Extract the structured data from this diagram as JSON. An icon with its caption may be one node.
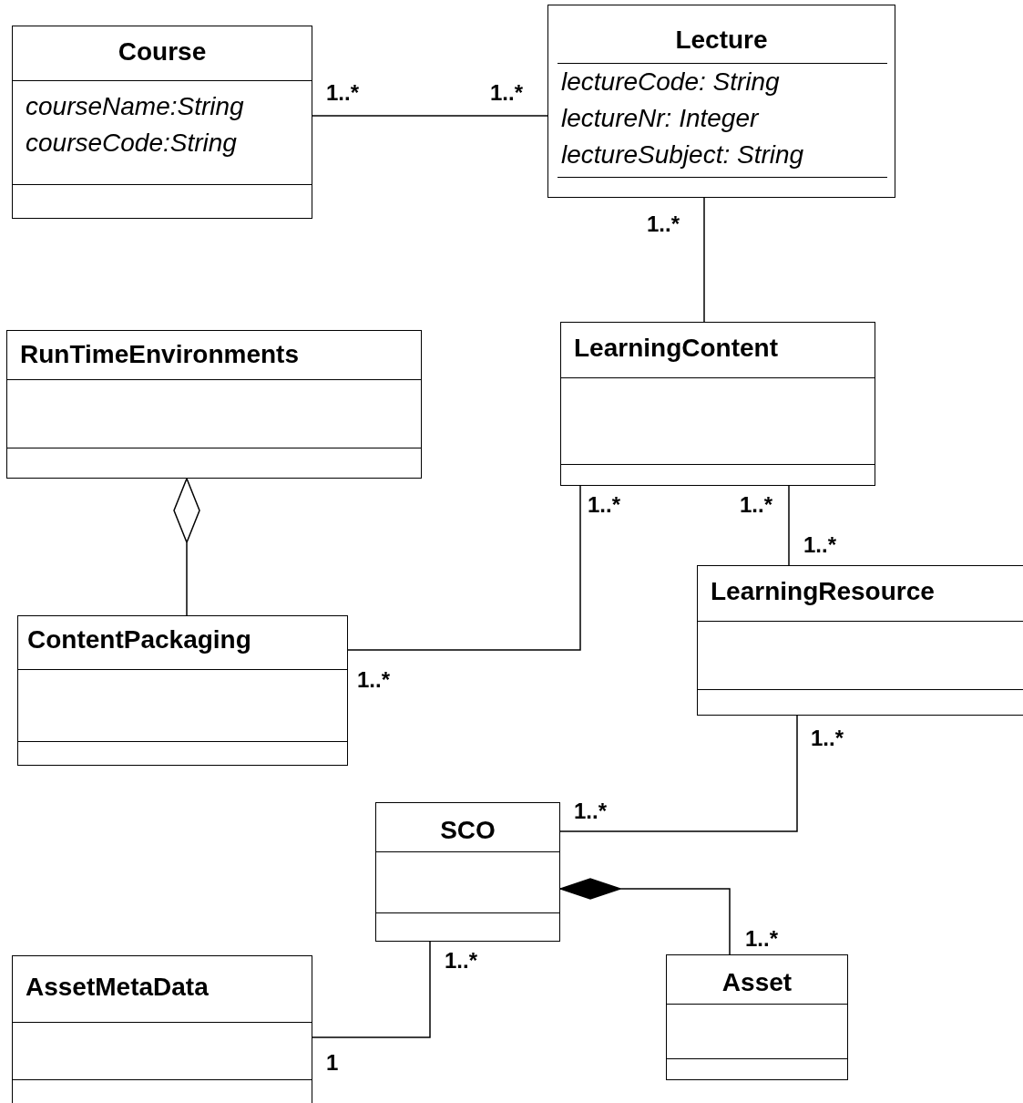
{
  "diagram": {
    "nodes": [
      {
        "text": [
          "Course",
          "courseName:String",
          "courseCode:String"
        ]
      },
      {
        "text": [
          "Lecture",
          "lectureCode: String",
          "lectureNr: Integer",
          "lectureSubject: String"
        ]
      },
      {
        "text": [
          "RunTimeEnvironments"
        ]
      },
      {
        "text": [
          "LearningContent"
        ]
      },
      {
        "text": [
          "ContentPackaging"
        ]
      },
      {
        "text": [
          "LearningResource"
        ]
      },
      {
        "text": [
          "SCO"
        ]
      },
      {
        "text": [
          "AssetMetaData"
        ]
      },
      {
        "text": [
          "Asset"
        ]
      }
    ],
    "edges": [
      {
        "from": 0,
        "to": 1,
        "arrow": "none"
      },
      {
        "from": 1,
        "to": 3,
        "arrow": "none"
      },
      {
        "from": 4,
        "to": 2,
        "arrow": "other"
      },
      {
        "from": 3,
        "to": 4,
        "arrow": "none"
      },
      {
        "from": 3,
        "to": 5,
        "arrow": "none"
      },
      {
        "from": 5,
        "to": 6,
        "arrow": "none"
      },
      {
        "from": 8,
        "to": 6,
        "arrow": "other"
      },
      {
        "from": 6,
        "to": 7,
        "arrow": "none"
      }
    ],
    "labels": [
      "1..*",
      "1..*",
      "1..*",
      "1..*",
      "1..*",
      "1..*",
      "1..*",
      "1..*",
      "1..*",
      "1..*",
      "1..*",
      "1"
    ]
  }
}
